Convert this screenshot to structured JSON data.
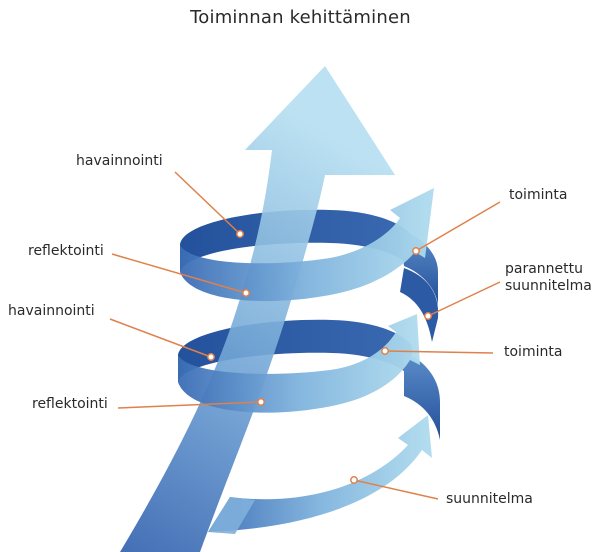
{
  "diagram": {
    "title": "Toiminnan kehittäminen",
    "labels": {
      "havainnointi_1": "havainnointi",
      "reflektointi_1": "reflektointi",
      "havainnointi_2": "havainnointi",
      "reflektointi_2": "reflektointi",
      "toiminta_1": "toiminta",
      "parannettu_line1": "parannettu",
      "parannettu_line2": "suunnitelma",
      "toiminta_2": "toiminta",
      "suunnitelma": "suunnitelma"
    },
    "colors": {
      "leader": "#e0804a",
      "dark_blue": "#2d5ca8",
      "light_blue": "#a6d6ec"
    }
  }
}
